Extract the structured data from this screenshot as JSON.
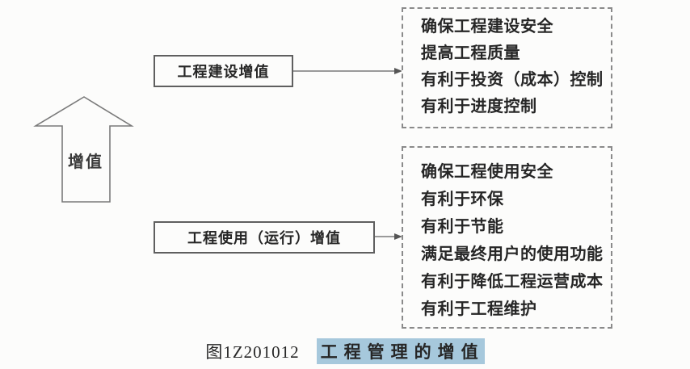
{
  "figure": {
    "arrow_label": "增值",
    "nodes": {
      "construction": {
        "label": "工程建设增值"
      },
      "operation": {
        "label": "工程使用（运行）增值"
      }
    },
    "construction_outcomes": {
      "items": [
        "确保工程建设安全",
        "提高工程质量",
        "有利于投资（成本）控制",
        "有利于进度控制"
      ]
    },
    "operation_outcomes": {
      "items": [
        "确保工程使用安全",
        "有利于环保",
        "有利于节能",
        "满足最终用户的使用功能",
        "有利于降低工程运营成本",
        "有利于工程维护"
      ]
    }
  },
  "caption": {
    "figure_number": "图1Z201012",
    "title": "工程管理的增值"
  },
  "colors": {
    "stroke": "#7a7a7a",
    "box_border": "#5f5f5f",
    "dashed_border": "#8a8a8a",
    "text": "#262626",
    "highlight": "#a6c8dc",
    "background": "#fcfcfb"
  }
}
